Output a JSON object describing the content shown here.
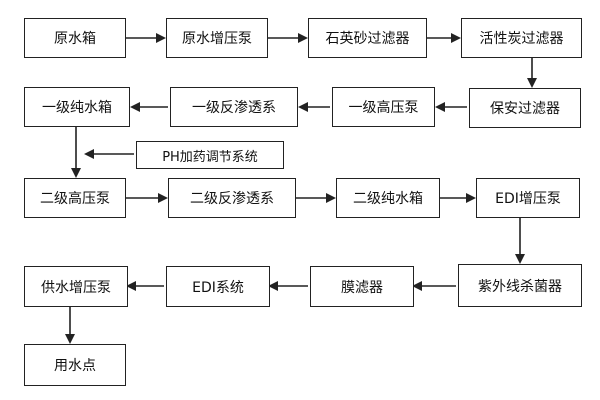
{
  "nodes": {
    "n1": "原水箱",
    "n2": "原水增压泵",
    "n3": "石英砂过滤器",
    "n4": "活性炭过滤器",
    "n5": "保安过滤器",
    "n6": "一级高压泵",
    "n7": "一级反渗透系",
    "n8": "一级纯水箱",
    "ph": "PH加药调节系统",
    "n9": "二级高压泵",
    "n10": "二级反渗透系",
    "n11": "二级纯水箱",
    "n12": "EDI增压泵",
    "n13": "紫外线杀菌器",
    "n14": "膜滤器",
    "n15": "EDI系统",
    "n16": "供水增压泵",
    "n17": "用水点"
  },
  "colors": {
    "line": "#222222",
    "box_border": "#222222",
    "text": "#111111"
  }
}
